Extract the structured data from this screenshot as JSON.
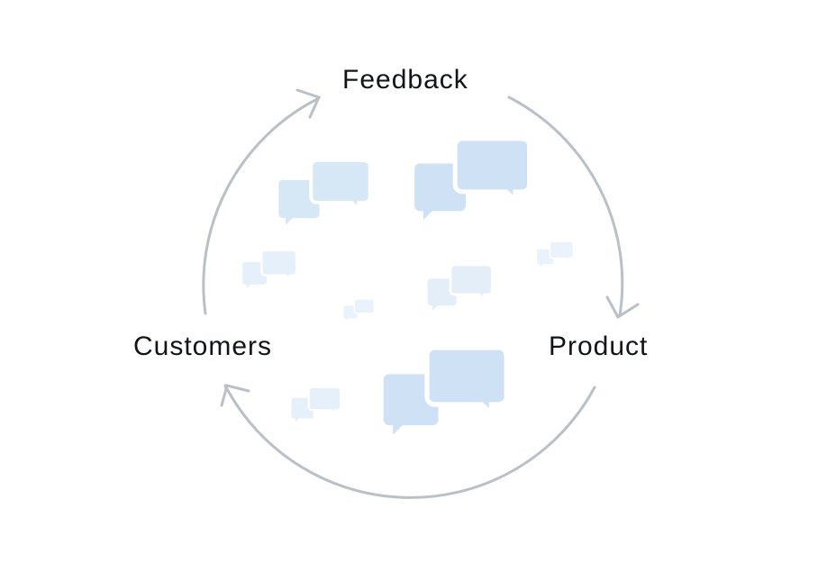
{
  "diagram": {
    "nodes": {
      "feedback": "Feedback",
      "product": "Product",
      "customers": "Customers"
    },
    "colors": {
      "arrow": "#b9c0c8",
      "bubble_strong": "#cfe2f5",
      "bubble_light": "#e3eef9",
      "text": "#111418"
    },
    "icons": [
      "chat-bubbles-icon",
      "arrow-head-icon"
    ]
  }
}
